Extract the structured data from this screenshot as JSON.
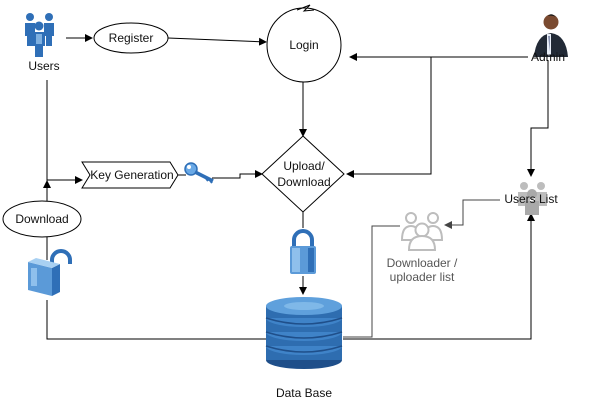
{
  "nodes": {
    "users": "Users",
    "register": "Register",
    "login": "Login",
    "admin": "Admin",
    "key_generation": "Key Generation",
    "upload_download": [
      "Upload/",
      "Download"
    ],
    "download": "Download",
    "users_list": "Users List",
    "downloader_uploader_list": [
      "Downloader /",
      "uploader list"
    ],
    "database": "Data Base"
  },
  "colors": {
    "line": "#000000",
    "blue_icon": "#2f6fb7",
    "blue_light": "#7fb0e0",
    "db_blue": "#2e6db0",
    "gray_icon": "#bfbfbf",
    "gray_text": "#555555"
  }
}
